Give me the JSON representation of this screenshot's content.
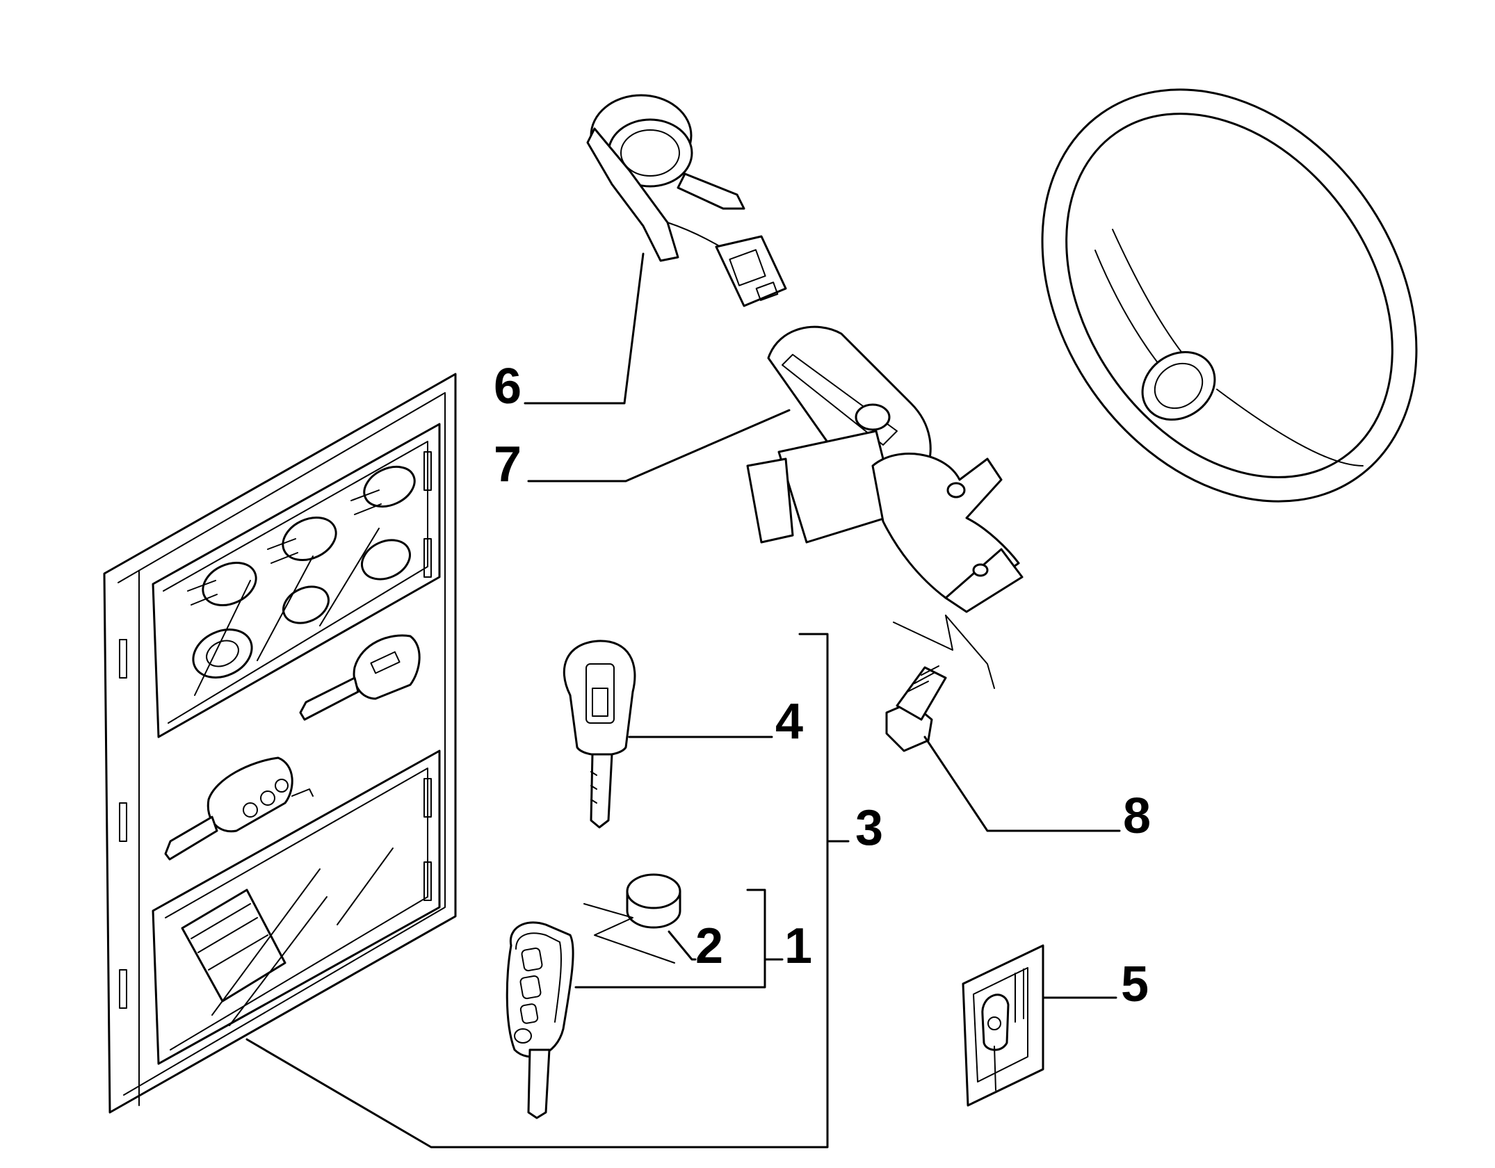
{
  "diagram": {
    "callouts": [
      "1",
      "2",
      "3",
      "4",
      "5",
      "6",
      "7",
      "8"
    ]
  }
}
